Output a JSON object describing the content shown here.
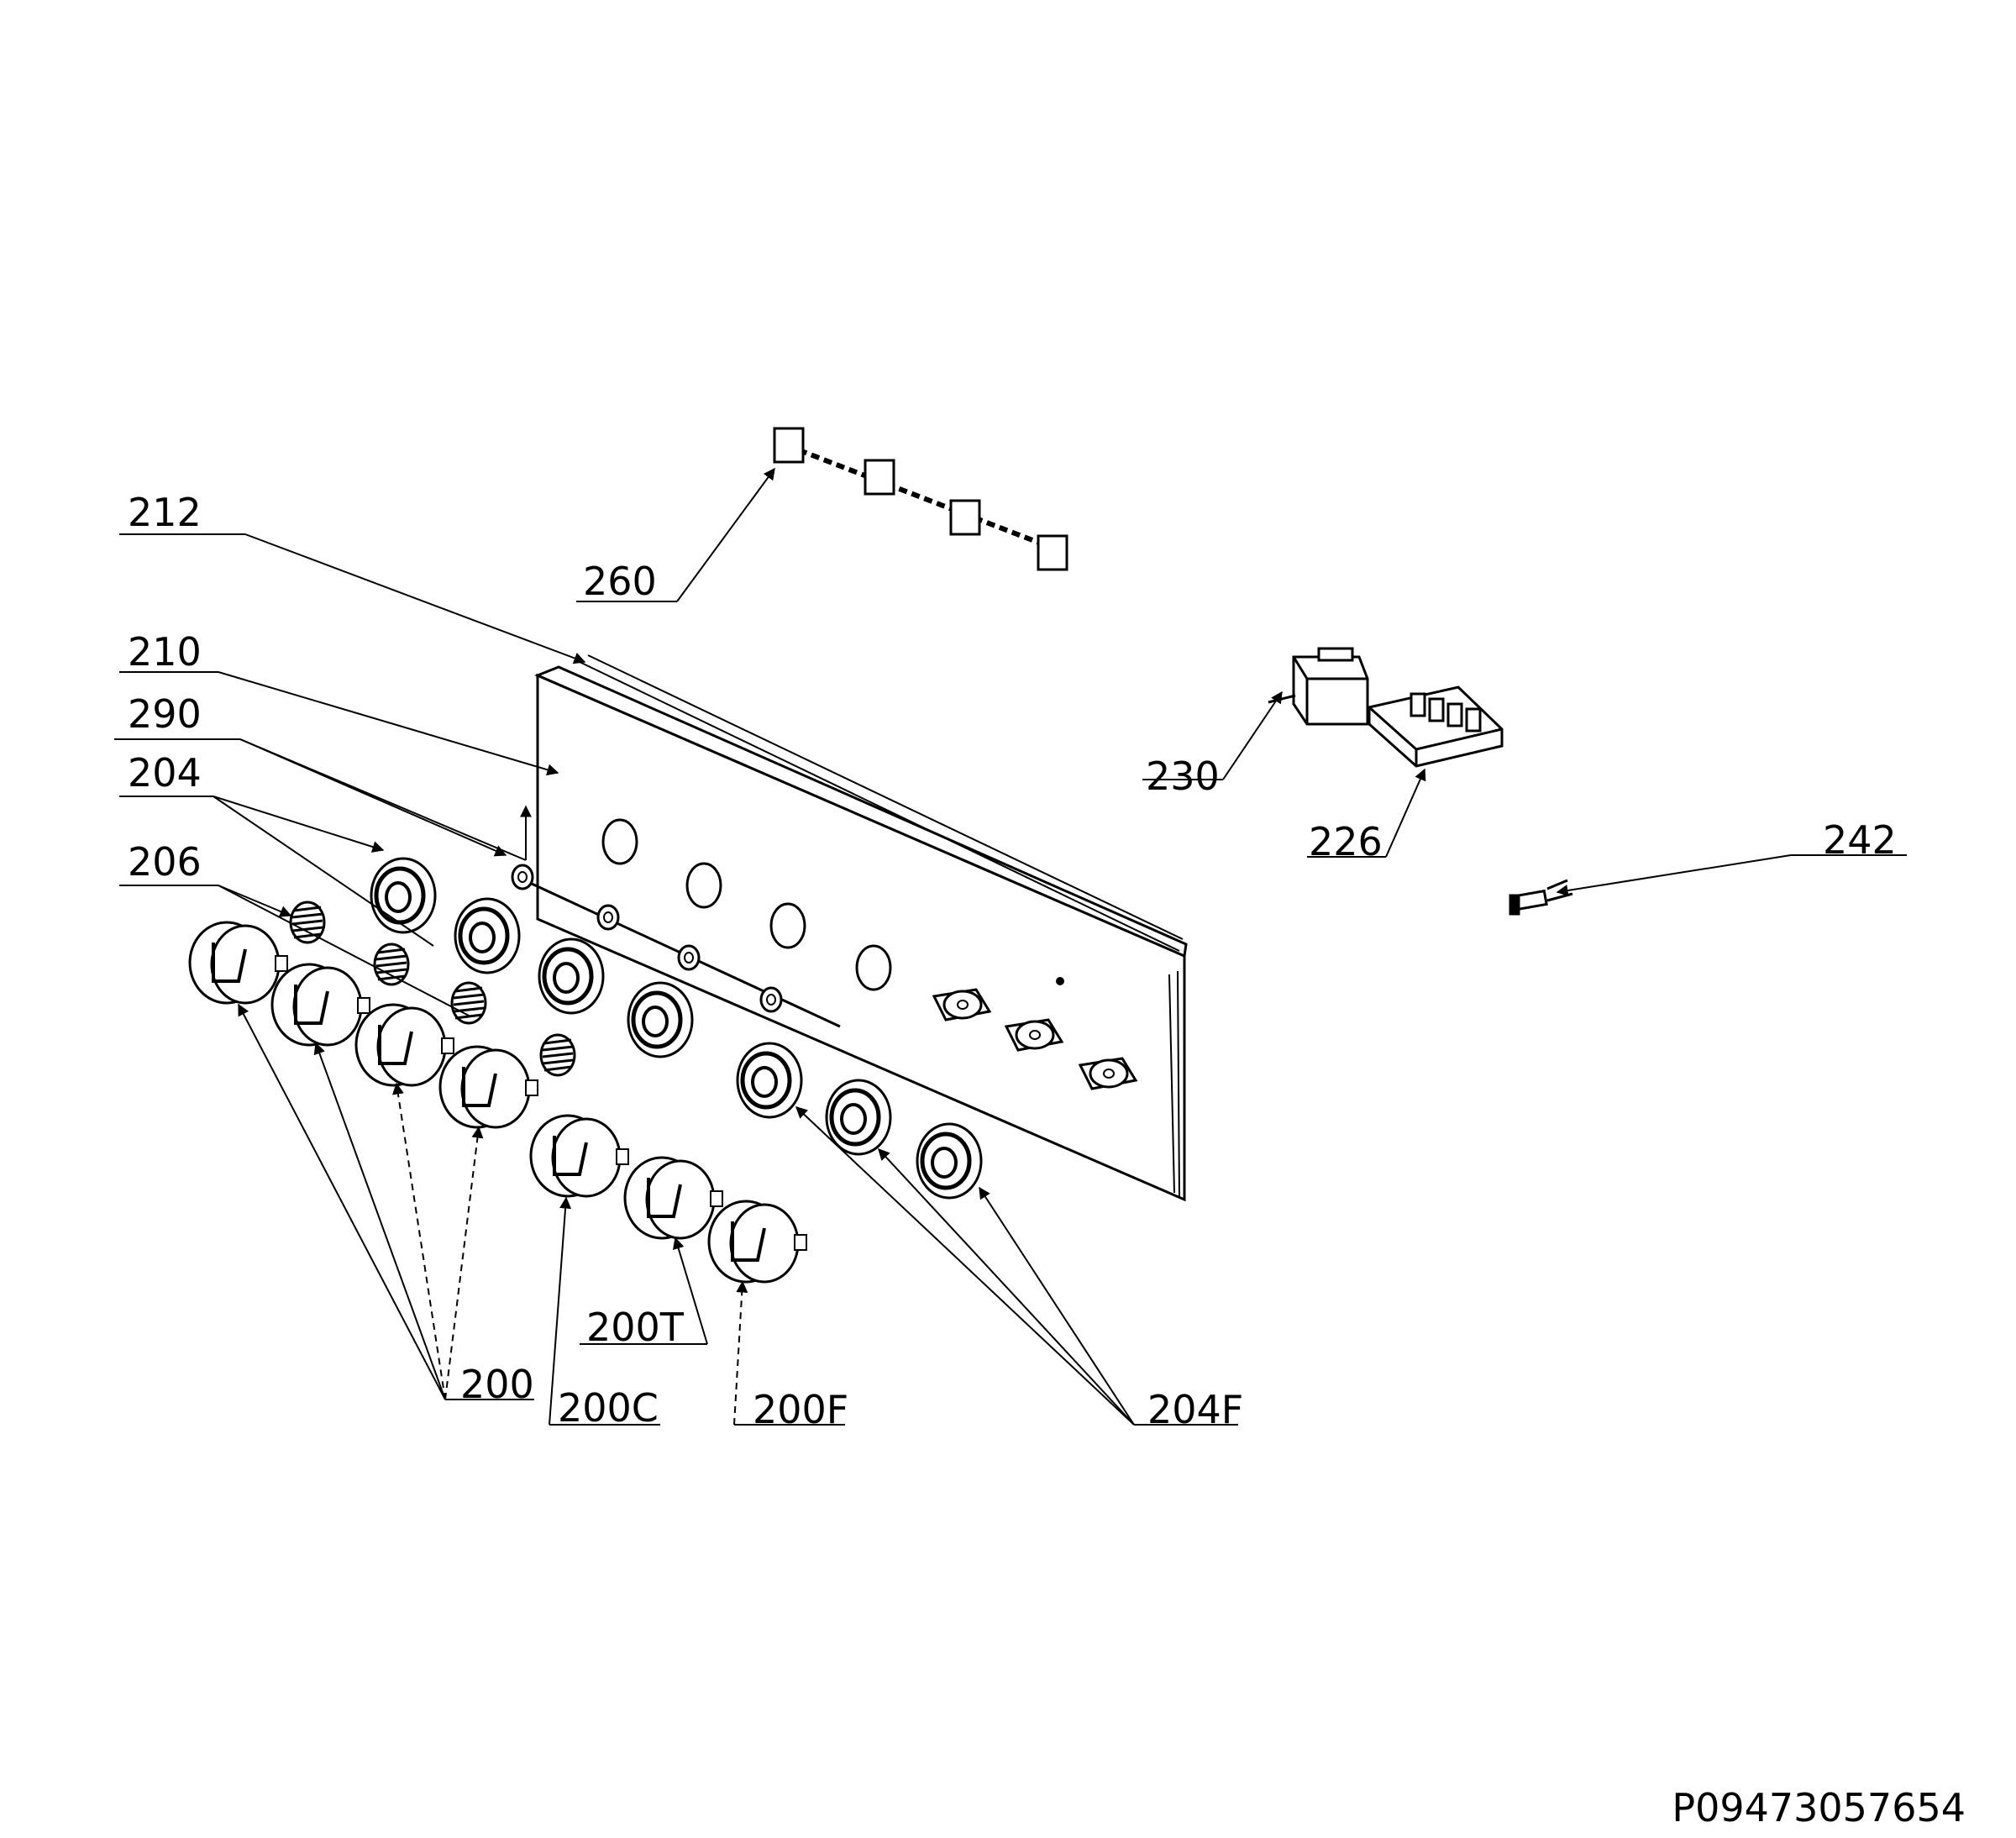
{
  "labels": {
    "l212": "212",
    "l260": "260",
    "l210": "210",
    "l290": "290",
    "l204": "204",
    "l206": "206",
    "l230": "230",
    "l226": "226",
    "l242": "242",
    "l200": "200",
    "l200C": "200C",
    "l200T": "200T",
    "l200F": "200F",
    "l204F": "204F"
  },
  "document_id": "P09473057654",
  "colors": {
    "line": "#000000",
    "background": "#ffffff",
    "part_fill": "#ffffff"
  }
}
